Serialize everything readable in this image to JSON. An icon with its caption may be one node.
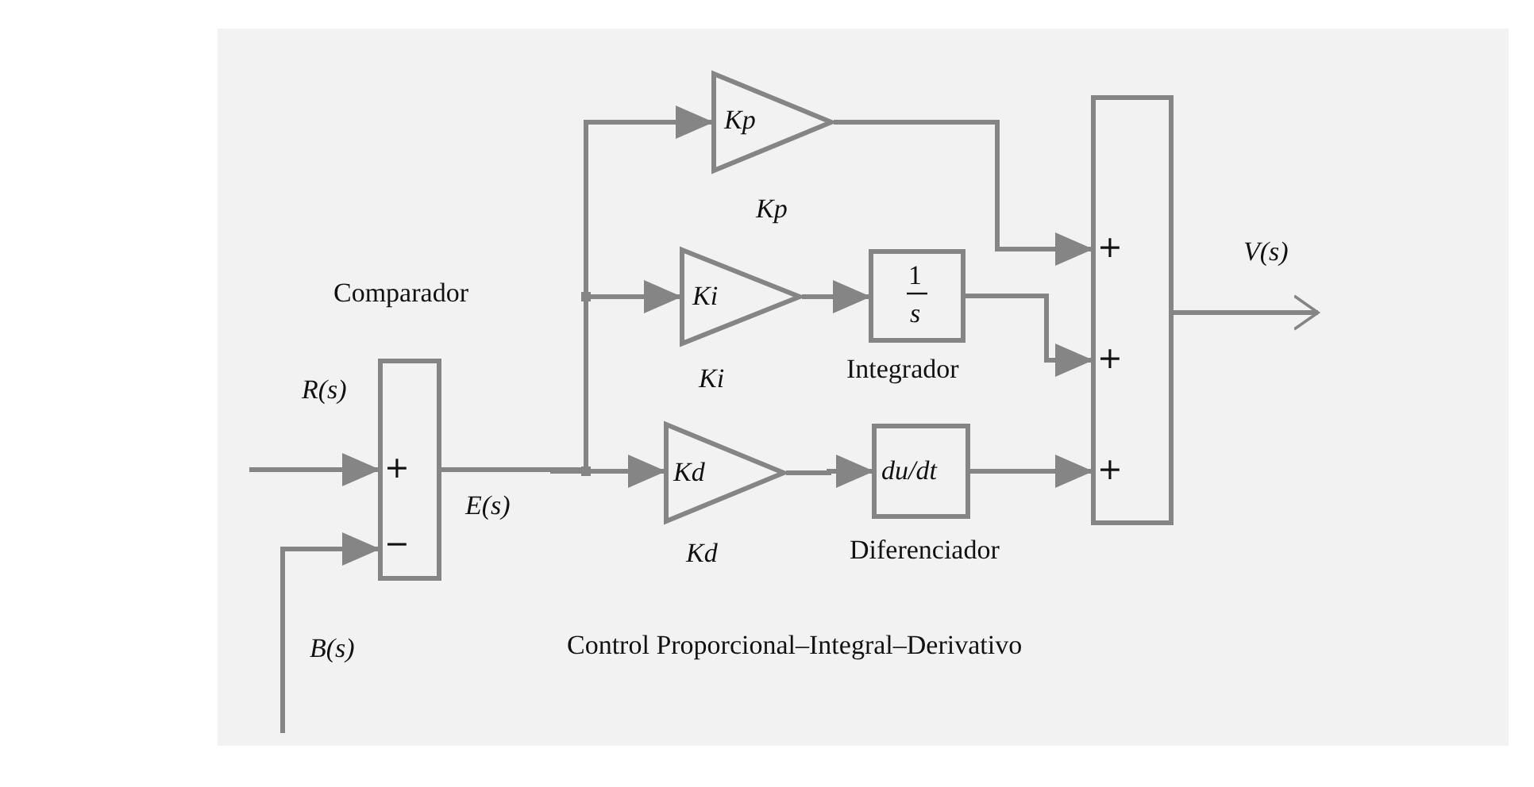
{
  "diagram": {
    "nodes": [
      {
        "text": [
          "+",
          "−"
        ],
        "beside": [
          "Comparador"
        ]
      },
      {
        "text": [
          "Kp"
        ],
        "beside": [
          "Kp"
        ]
      },
      {
        "text": [
          "Ki"
        ],
        "beside": [
          "Ki"
        ]
      },
      {
        "text": [
          "Kd"
        ],
        "beside": [
          "Kd"
        ]
      },
      {
        "text": [
          "1",
          "s"
        ],
        "beside": [
          "Integrador"
        ]
      },
      {
        "text": [
          "du/dt"
        ],
        "beside": [
          "Diferenciador"
        ]
      },
      {
        "text": [
          "+",
          "+",
          "+"
        ]
      }
    ],
    "edges": [
      {
        "from": null,
        "to": 0,
        "arrow": "to",
        "label": "R(s)"
      },
      {
        "from": null,
        "to": 0,
        "arrow": "to",
        "label": "B(s)"
      },
      {
        "from": 0,
        "to": 1,
        "arrow": "to"
      },
      {
        "from": 0,
        "to": 2,
        "arrow": "to"
      },
      {
        "from": 0,
        "to": 3,
        "arrow": "to",
        "label": "E(s)"
      },
      {
        "from": 1,
        "to": 6,
        "arrow": "to"
      },
      {
        "from": 2,
        "to": 4,
        "arrow": "to"
      },
      {
        "from": 4,
        "to": 6,
        "arrow": "to"
      },
      {
        "from": 3,
        "to": 5,
        "arrow": "to"
      },
      {
        "from": 5,
        "to": 6,
        "arrow": "to"
      },
      {
        "from": 6,
        "to": null,
        "arrow": "to",
        "label": "V(s)"
      }
    ],
    "labels": [
      "Control Proporcional–Integral–Derivativo"
    ]
  }
}
